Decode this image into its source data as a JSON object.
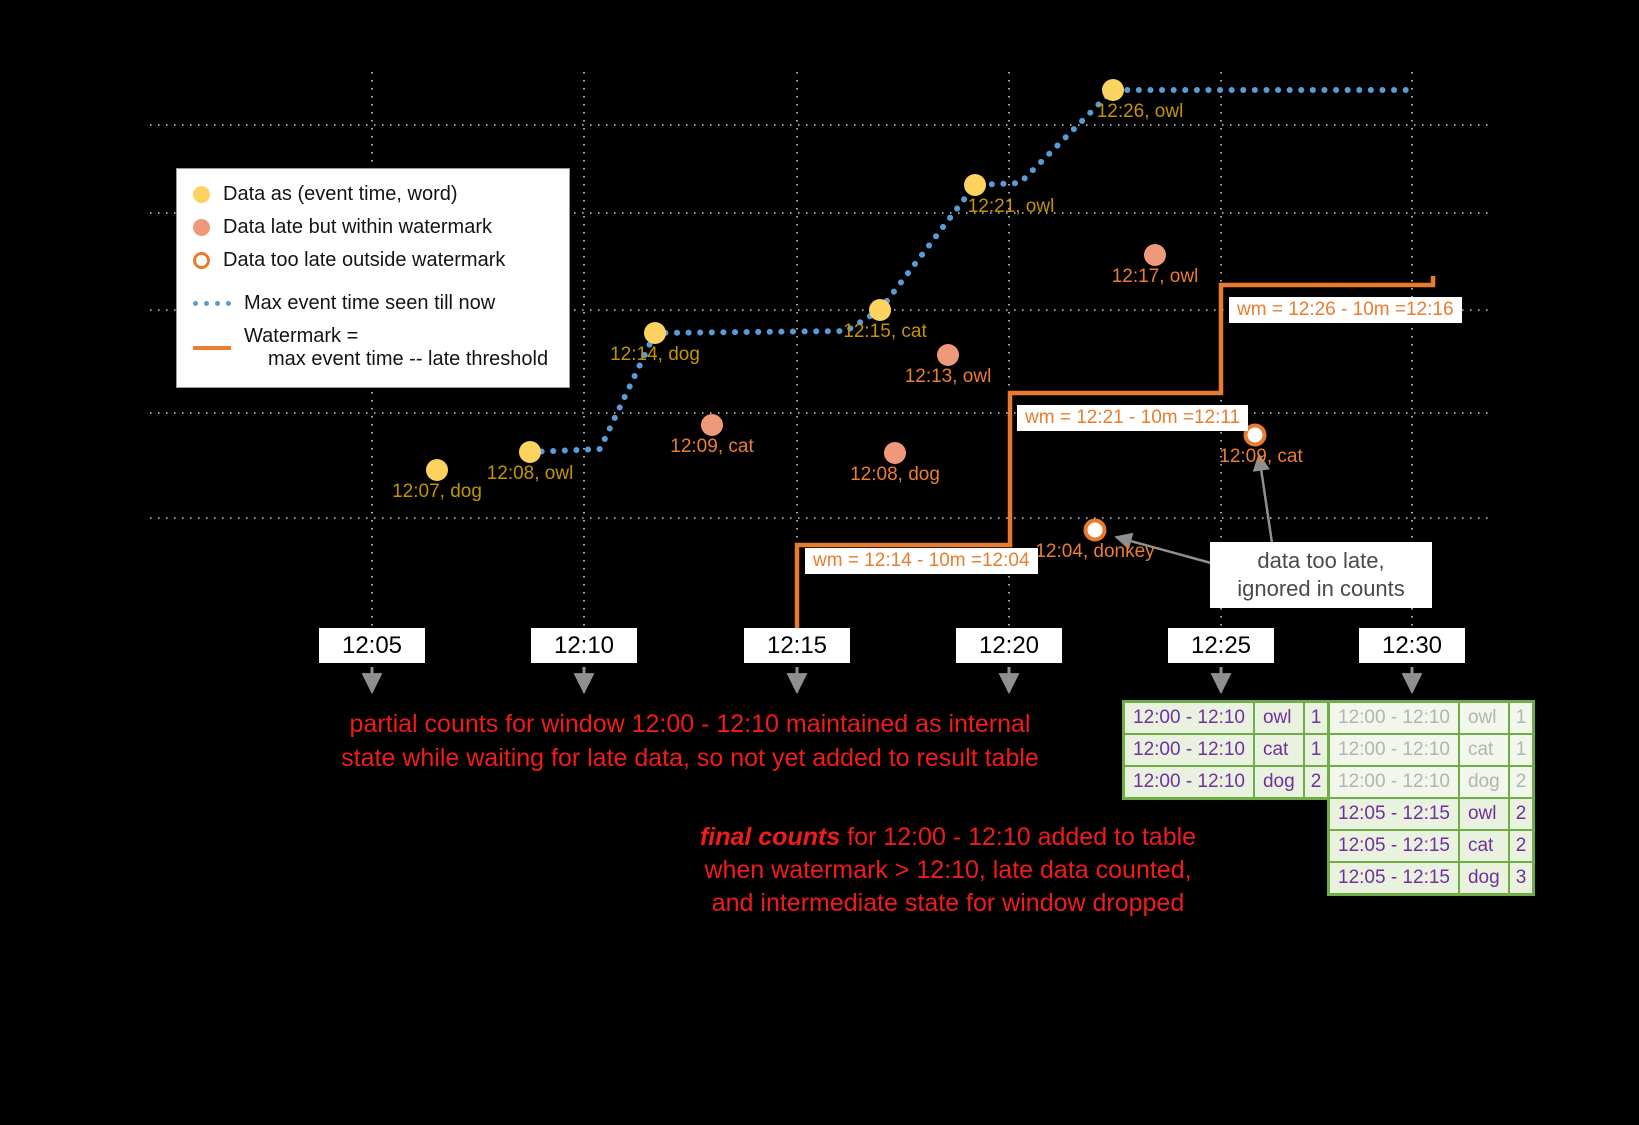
{
  "legend": {
    "items": [
      "Data as (event time, word)",
      "Data late but within watermark",
      "Data too late outside watermark",
      "Max event time seen till now",
      "Watermark =",
      "max event time -- late threshold"
    ]
  },
  "points": {
    "ontime": [
      {
        "label": "12:07, dog"
      },
      {
        "label": "12:08, owl"
      },
      {
        "label": "12:14, dog"
      },
      {
        "label": "12:15, cat"
      },
      {
        "label": "12:21, owl"
      },
      {
        "label": "12:26, owl"
      }
    ],
    "late": [
      {
        "label": "12:09, cat"
      },
      {
        "label": "12:08, dog"
      },
      {
        "label": "12:13, owl"
      },
      {
        "label": "12:17, owl"
      }
    ],
    "too_late": [
      {
        "label": "12:04, donkey"
      },
      {
        "label": "12:09, cat"
      }
    ]
  },
  "watermarks": [
    {
      "label": "wm = 12:14 - 10m =12:04"
    },
    {
      "label": "wm = 12:21 - 10m =12:11"
    },
    {
      "label": "wm = 12:26 - 10m =12:16"
    }
  ],
  "axis": {
    "ticks": [
      "12:05",
      "12:10",
      "12:15",
      "12:20",
      "12:25",
      "12:30"
    ]
  },
  "annotations": {
    "partial_line1": "partial counts for window 12:00 - 12:10 maintained as internal",
    "partial_line2": "state while waiting for late data, so not yet added  to result table",
    "final_bold": "final counts",
    "final_line1_rest": " for 12:00 - 12:10 added to table",
    "final_line2": "when watermark > 12:10, late data counted,",
    "final_line3": "and intermediate state for window dropped",
    "too_late_line1": "data too late,",
    "too_late_line2": "ignored in counts"
  },
  "result_tables": [
    {
      "rows": [
        {
          "window": "12:00 - 12:10",
          "word": "owl",
          "count": "1"
        },
        {
          "window": "12:00 - 12:10",
          "word": "cat",
          "count": "1"
        },
        {
          "window": "12:00 - 12:10",
          "word": "dog",
          "count": "2"
        }
      ]
    },
    {
      "rows": [
        {
          "window": "12:00 - 12:10",
          "word": "owl",
          "count": "1"
        },
        {
          "window": "12:00 - 12:10",
          "word": "cat",
          "count": "1"
        },
        {
          "window": "12:00 - 12:10",
          "word": "dog",
          "count": "2"
        },
        {
          "window": "12:05 - 12:15",
          "word": "owl",
          "count": "2"
        },
        {
          "window": "12:05 - 12:15",
          "word": "cat",
          "count": "2"
        },
        {
          "window": "12:05 - 12:15",
          "word": "dog",
          "count": "3"
        }
      ]
    }
  ],
  "colors": {
    "ontime_fill": "#FBD35E",
    "late_fill": "#F0997A",
    "too_late_ring": "#E87B2E",
    "max_event_line": "#5B9BD5",
    "watermark_line": "#E87B2E",
    "ontime_label": "#C29500",
    "late_label": "#ED7D31",
    "annotation_red": "#F21B1B",
    "table_border": "#70AD47",
    "table_text": "#7030A0"
  }
}
